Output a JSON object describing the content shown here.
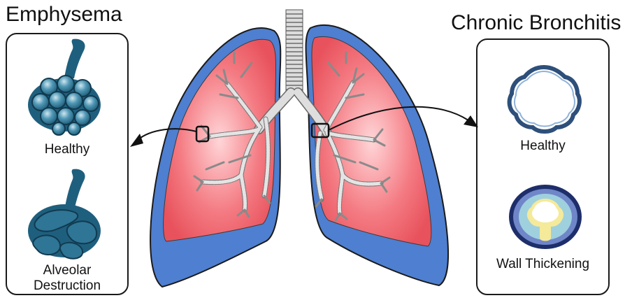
{
  "emphysema": {
    "title": "Emphysema",
    "healthy_label": "Healthy",
    "disease_label_line1": "Alveolar",
    "disease_label_line2": "Destruction"
  },
  "chronic_bronchitis": {
    "title": "Chronic Bronchitis",
    "healthy_label": "Healthy",
    "disease_label": "Wall Thickening"
  },
  "colors": {
    "lung_fill": "#ee5a64",
    "lung_outline": "#4a7ad0",
    "alveoli": "#1f5f7e",
    "alveoli_light": "#3b86a6",
    "airway_ring": "#bfbfbf",
    "mucus": "#f4ea9a"
  }
}
